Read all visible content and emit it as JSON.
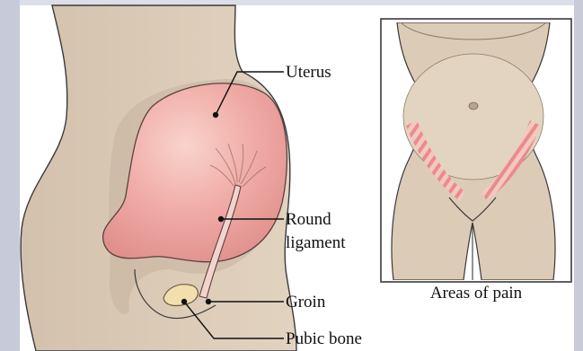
{
  "labels": {
    "uterus": "Uterus",
    "round_line1": "Round",
    "round_line2": "ligament",
    "groin": "Groin",
    "pubic_bone": "Pubic bone"
  },
  "inset": {
    "caption": "Areas of pain"
  },
  "colors": {
    "skin": "#dccbb7",
    "skin_shadow": "#cbb8a3",
    "uterus": "#f0a9a6",
    "uterus_highlight": "#f8cfc9",
    "pain_stripes": "#e98c8c",
    "outline": "#3a3a3a",
    "background": "#ffffff",
    "frame": "#c6cad9"
  }
}
